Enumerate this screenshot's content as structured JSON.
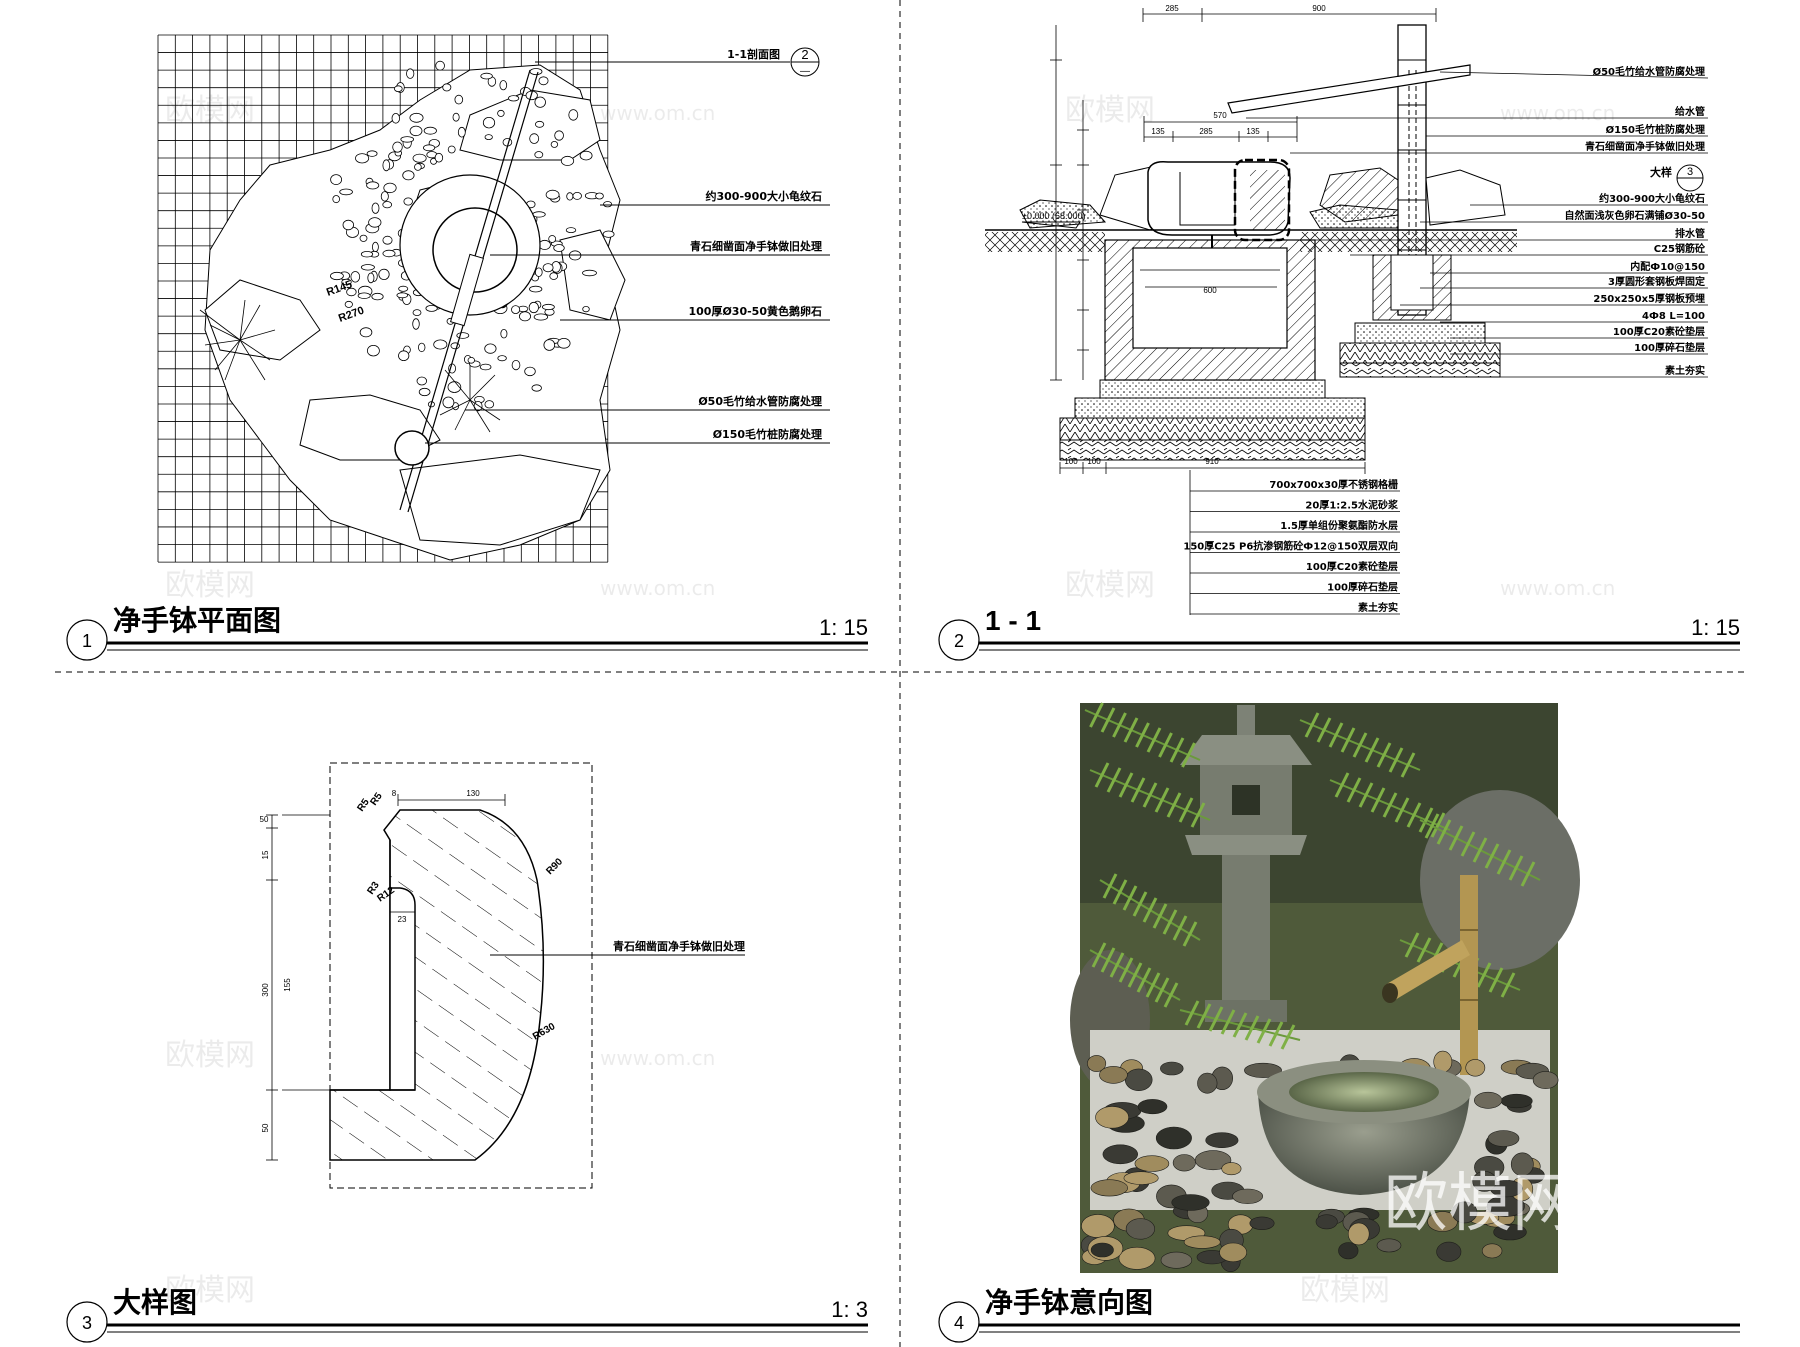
{
  "panels": [
    {
      "number": "1",
      "title": "净手钵平面图",
      "scale": "1: 15"
    },
    {
      "number": "2",
      "title": "1 - 1",
      "scale": "1: 15"
    },
    {
      "number": "3",
      "title": "大样图",
      "scale": "1: 3"
    },
    {
      "number": "4",
      "title": "净手钵意向图",
      "scale": ""
    }
  ],
  "plan": {
    "section_ref_label": "1-1剖面图",
    "section_ref_num": "2",
    "labels": [
      "约300-900大小龟纹石",
      "青石细凿面净手钵做旧处理",
      "100厚Ø30-50黄色鹅卵石",
      "Ø50毛竹给水管防腐处理",
      "Ø150毛竹桩防腐处理"
    ],
    "radius_a": "R145",
    "radius_b": "R270"
  },
  "section": {
    "top_dims": [
      "285",
      "900"
    ],
    "dims_mid": [
      "570",
      "135",
      "285",
      "135"
    ],
    "dim_600": "600",
    "elevation": "±0.000 (68.000)",
    "detail_ref_label": "大样",
    "detail_ref_num": "3",
    "right_labels": [
      "Ø50毛竹给水管防腐处理",
      "给水管",
      "Ø150毛竹桩防腐处理",
      "青石细凿面净手钵做旧处理",
      "约300-900大小龟纹石",
      "自然面浅灰色卵石满铺Ø30-50",
      "排水管",
      "C25钢筋砼",
      "内配Ф10@150",
      "3厚圆形套钢板焊固定",
      "250x250x5厚钢板预埋",
      "4Ф8 L=100",
      "100厚C20素砼垫层",
      "100厚碎石垫层",
      "素土夯实"
    ],
    "bottom_dims": [
      "100",
      "100",
      "910"
    ],
    "bottom_labels": [
      "700x700x30厚不锈钢格栅",
      "20厚1:2.5水泥砂浆",
      "1.5厚单组份聚氨酯防水层",
      "150厚C25 P6抗渗钢筋砼Ф12@150双层双向",
      "100厚C20素砼垫层",
      "100厚碎石垫层",
      "素土夯实"
    ]
  },
  "detail": {
    "label": "青石细凿面净手钵做旧处理",
    "radii": [
      "R5",
      "R5",
      "R3",
      "R12",
      "R90",
      "R630"
    ],
    "dims": [
      "130",
      "8",
      "23",
      "300",
      "50",
      "15",
      "155",
      "50"
    ]
  },
  "photo": {
    "alt": "stone water basin with bamboo spout, stone lantern, ferns and river pebbles"
  },
  "watermarks": [
    "欧模网",
    "www.om.cn",
    "欧模网"
  ]
}
